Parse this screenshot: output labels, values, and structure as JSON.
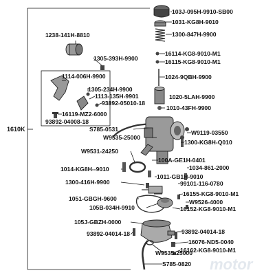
{
  "assembly_label": "1610K",
  "watermark_text": "motor",
  "part_labels": [
    {
      "id": "p1",
      "text": "103J-095H-9910-SB00"
    },
    {
      "id": "p2",
      "text": "1031-KG8H-9010"
    },
    {
      "id": "p3",
      "text": "1238-141H-8810"
    },
    {
      "id": "p4",
      "text": "1300-847H-9900"
    },
    {
      "id": "p5",
      "text": "1305-393H-9900"
    },
    {
      "id": "p6",
      "text": "16114-KG8-9010-M1"
    },
    {
      "id": "p7",
      "text": "16115-KG8-9010-M1"
    },
    {
      "id": "p8",
      "text": "1114-006H-9900"
    },
    {
      "id": "p9",
      "text": "1024-9QBH-9900"
    },
    {
      "id": "p10",
      "text": "1305-234H-9900"
    },
    {
      "id": "p11",
      "text": "1113-135H-9901"
    },
    {
      "id": "p12",
      "text": "93892-05010-18"
    },
    {
      "id": "p13",
      "text": "1020-5LAH-9900"
    },
    {
      "id": "p14",
      "text": "1010-43FH-9900"
    },
    {
      "id": "p15",
      "text": "16119-MZ2-6000"
    },
    {
      "id": "p16",
      "text": "93892-04008-18"
    },
    {
      "id": "p17",
      "text": "S785-0531"
    },
    {
      "id": "p18",
      "text": "W9119-03550"
    },
    {
      "id": "p19",
      "text": "W9535-25000"
    },
    {
      "id": "p20",
      "text": "1300-KG8H-Q010"
    },
    {
      "id": "p21",
      "text": "W9531-24250"
    },
    {
      "id": "p22",
      "text": "100A-GE1H-0401"
    },
    {
      "id": "p23",
      "text": "1014-KG8H--9010"
    },
    {
      "id": "p24",
      "text": "1034-861-2000"
    },
    {
      "id": "p25",
      "text": "1011-GB1H-9010"
    },
    {
      "id": "p26",
      "text": "1300-416H-9900"
    },
    {
      "id": "p27",
      "text": "99101-116-0780"
    },
    {
      "id": "p28",
      "text": "16155-KG8-9010-M1"
    },
    {
      "id": "p29",
      "text": "1051-GBGH-9600"
    },
    {
      "id": "p30",
      "text": "W9526-4000"
    },
    {
      "id": "p31",
      "text": "105B-034H-9910"
    },
    {
      "id": "p32",
      "text": "16152-KG8-9010-M1"
    },
    {
      "id": "p33",
      "text": "105J-GBZH-0000"
    },
    {
      "id": "p34",
      "text": "93892-04014-18"
    },
    {
      "id": "p35",
      "text": "93892-04014-18"
    },
    {
      "id": "p36",
      "text": "16076-ND5-0040"
    },
    {
      "id": "p37",
      "text": "16162-KG8-9010-M1"
    },
    {
      "id": "p38",
      "text": "W9535-25000"
    },
    {
      "id": "p39",
      "text": "S785-0820"
    }
  ]
}
